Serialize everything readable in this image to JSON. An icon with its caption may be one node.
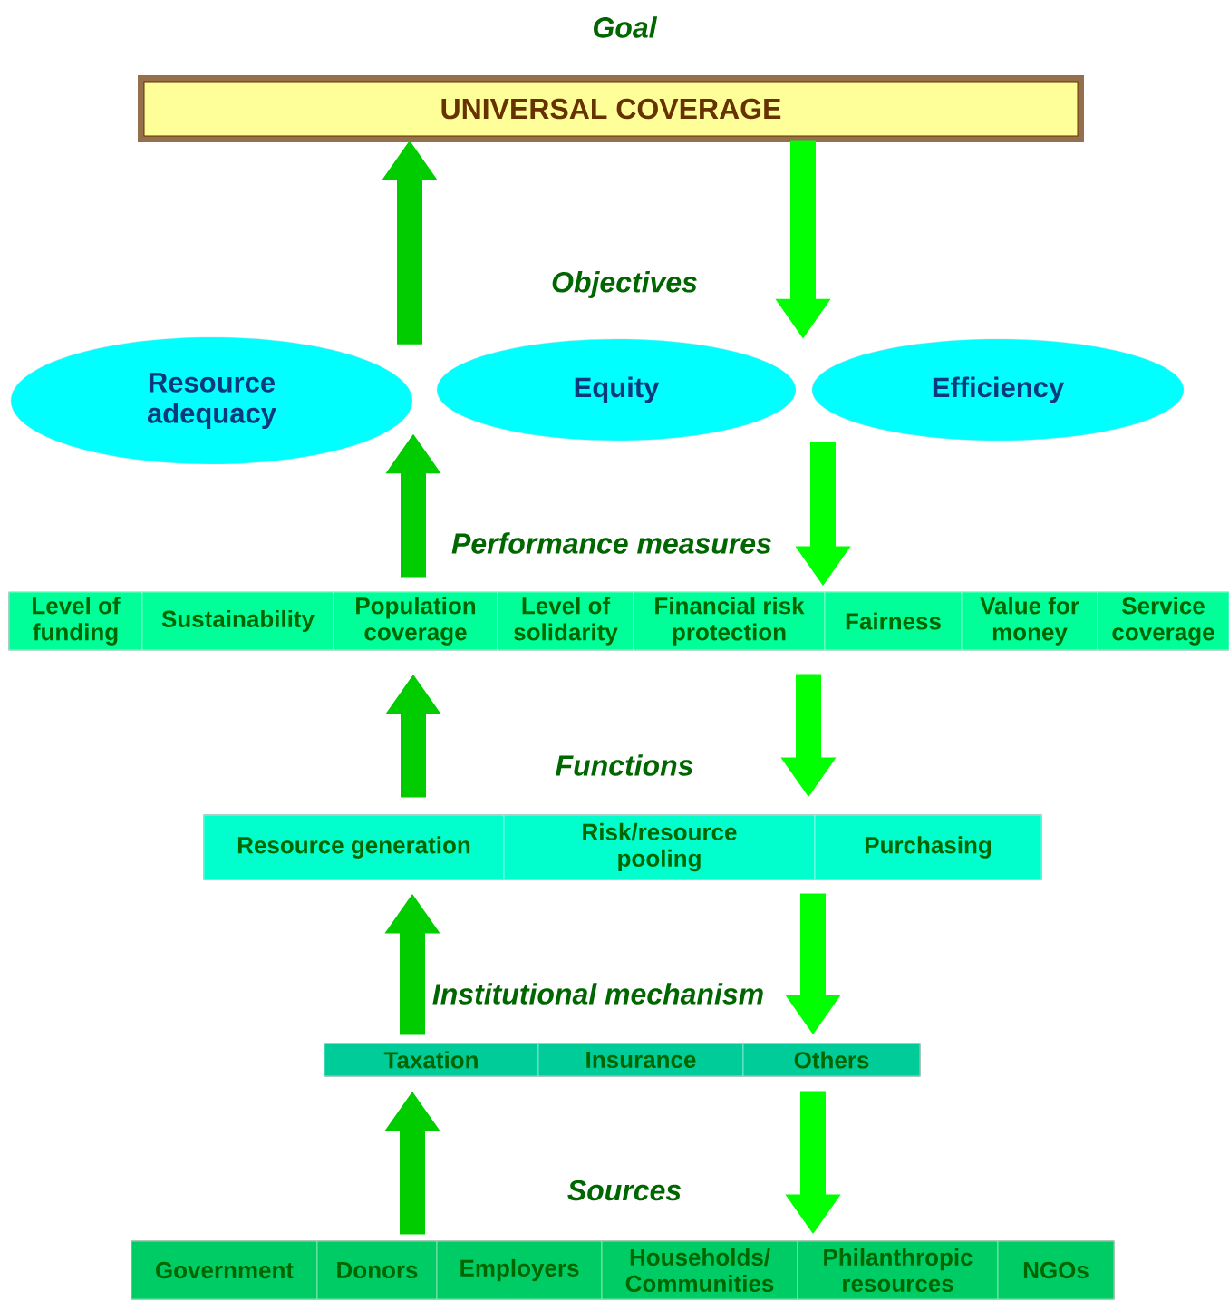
{
  "diagram": {
    "nodes": [
      {
        "text": [
          "UNIVERSAL COVERAGE"
        ]
      },
      {
        "text": [
          "Resource adequacy"
        ]
      },
      {
        "text": [
          "Equity"
        ]
      },
      {
        "text": [
          "Efficiency"
        ]
      },
      {
        "text": [],
        "shape": "box"
      },
      {
        "text": [
          "Level of funding"
        ],
        "in": 4
      },
      {
        "text": [
          "Sustainability"
        ],
        "in": 4
      },
      {
        "text": [
          "Population coverage"
        ],
        "in": 4
      },
      {
        "text": [
          "Level of solidarity"
        ],
        "in": 4
      },
      {
        "text": [
          "Financial risk protection"
        ],
        "in": 4
      },
      {
        "text": [
          "Fairness"
        ],
        "in": 4
      },
      {
        "text": [
          "Value for money"
        ],
        "in": 4
      },
      {
        "text": [
          "Service coverage"
        ],
        "in": 4
      },
      {
        "text": [],
        "shape": "box"
      },
      {
        "text": [
          "Resource generation"
        ],
        "in": 13
      },
      {
        "text": [
          "Risk/resource pooling"
        ],
        "in": 13
      },
      {
        "text": [
          "Purchasing"
        ],
        "in": 13
      },
      {
        "text": [],
        "shape": "box"
      },
      {
        "text": [
          "Taxation"
        ],
        "in": 17
      },
      {
        "text": [
          "Insurance"
        ],
        "in": 17
      },
      {
        "text": [
          "Others"
        ],
        "in": 17
      },
      {
        "text": [],
        "shape": "box"
      },
      {
        "text": [
          "Government"
        ],
        "in": 21
      },
      {
        "text": [
          "Donors"
        ],
        "in": 21
      },
      {
        "text": [
          "Employers"
        ],
        "in": 21
      },
      {
        "text": [
          "Households/ Communities"
        ],
        "in": 21
      },
      {
        "text": [
          "Philanthropic resources"
        ],
        "in": 21
      },
      {
        "text": [
          "NGOs"
        ],
        "in": 21
      }
    ],
    "edges": [
      {
        "from": 1,
        "to": 0,
        "arrow": "to"
      },
      {
        "from": 0,
        "to": 3,
        "arrow": "to",
        "color": "#00ff00"
      },
      {
        "from": 4,
        "to": 1,
        "arrow": "to"
      },
      {
        "from": 3,
        "to": 4,
        "arrow": "to",
        "color": "#00ff00"
      },
      {
        "from": 13,
        "to": 4,
        "arrow": "to"
      },
      {
        "from": 4,
        "to": 13,
        "arrow": "to",
        "color": "#00ff00"
      },
      {
        "from": 17,
        "to": 13,
        "arrow": "to"
      },
      {
        "from": 13,
        "to": 17,
        "arrow": "to",
        "color": "#00ff00"
      },
      {
        "from": 21,
        "to": 17,
        "arrow": "to"
      },
      {
        "from": 17,
        "to": 21,
        "arrow": "to",
        "color": "#00ff00"
      }
    ],
    "labels": [
      "Goal",
      "Objectives",
      "Performance measures",
      "Functions",
      "Institutional mechanism",
      "Sources"
    ]
  }
}
